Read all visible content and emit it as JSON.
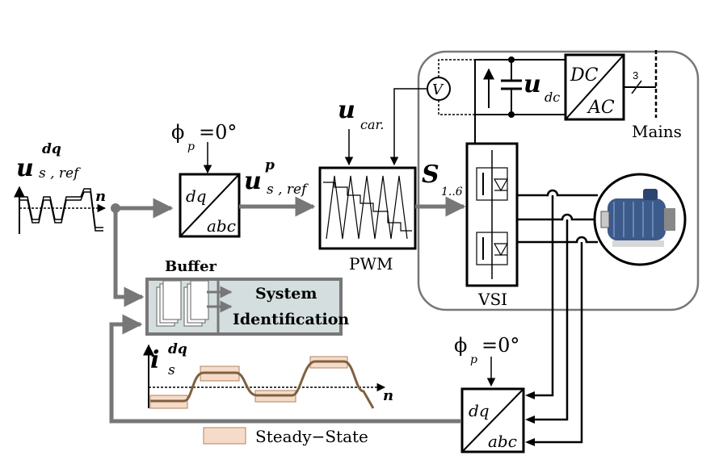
{
  "labels": {
    "u_ref_main": "u",
    "u_ref_sup": "dq",
    "u_ref_sub": "s , ref",
    "n_top": "n",
    "phi_top": "ϕ",
    "phi_top_sub": "p",
    "phi_top_eq": "=0°",
    "dq_top": "dq",
    "abc_top": "abc",
    "up_main": "u",
    "up_sup": "p",
    "up_sub": "s , ref",
    "ucar_main": "u",
    "ucar_sub": "car.",
    "pwm": "PWM",
    "s_main": "S",
    "s_sub": "1..6",
    "v_meter": "V",
    "udc_main": "u",
    "udc_sub": "dc",
    "dc": "DC",
    "ac": "AC",
    "three": "3",
    "mains": "Mains",
    "vsi": "VSI",
    "buffer": "Buffer",
    "sysid_1": "System",
    "sysid_2": "Identification",
    "is_main": "i",
    "is_sup": "dq",
    "is_sub": "s",
    "n_bottom": "n",
    "phi_bot": "ϕ",
    "phi_bot_sub": "p",
    "phi_bot_eq": "=0°",
    "dq_bot": "dq",
    "abc_bot": "abc",
    "legend": "Steady−State"
  },
  "colors": {
    "line": "#000000",
    "signal": "#777777",
    "block_fill": "#d4dede",
    "steady_fill": "#f6dcc8",
    "steady_stroke": "#b08060",
    "current_trace": "#806040",
    "motor_body": "#3c5a8a"
  }
}
